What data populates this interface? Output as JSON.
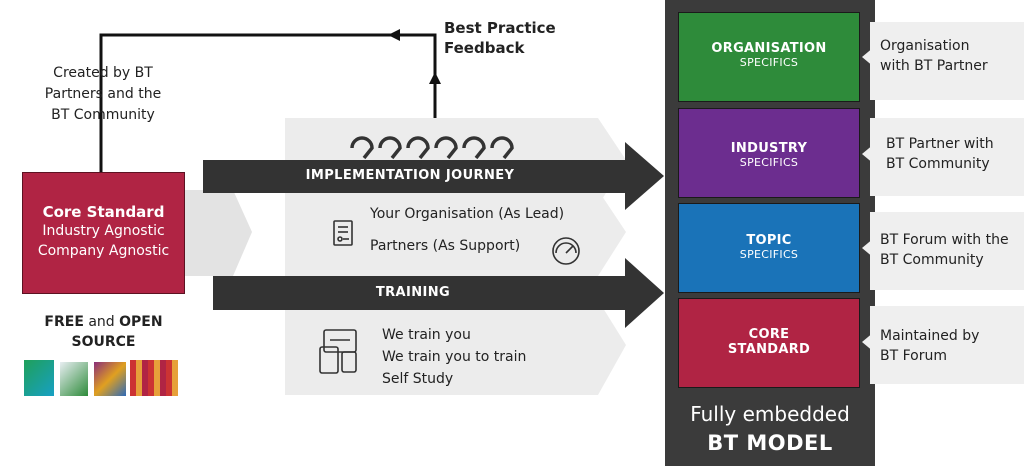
{
  "feedback": {
    "label_line1": "Best Practice",
    "label_line2": "Feedback"
  },
  "created_by": {
    "line1": "Created by BT",
    "line2": "Partners and the",
    "line3": "BT Community"
  },
  "core_standard": {
    "title": "Core Standard",
    "line1": "Industry Agnostic",
    "line2": "Company Agnostic"
  },
  "free_open": {
    "free": "FREE",
    "and": "and",
    "open": "OPEN",
    "source": "SOURCE"
  },
  "implementation": {
    "label": "IMPLEMENTATION JOURNEY",
    "items": [
      "Your Organisation (As Lead)",
      "Partners (As Support)"
    ]
  },
  "training": {
    "label": "TRAINING",
    "items": [
      "We train you",
      "We train you to train",
      "Self Study"
    ]
  },
  "model": {
    "layers": [
      {
        "title": "ORGANISATION",
        "subtitle": "SPECIFICS",
        "color": "#2e8b3a",
        "side_line1": "Organisation",
        "side_line2": "with BT Partner"
      },
      {
        "title": "INDUSTRY",
        "subtitle": "SPECIFICS",
        "color": "#6c2d8f",
        "side_line1": "BT Partner with",
        "side_line2": "BT Community"
      },
      {
        "title": "TOPIC",
        "subtitle": "SPECIFICS",
        "color": "#1a73b8",
        "side_line1": "BT Forum with the",
        "side_line2": "BT Community"
      },
      {
        "title": "CORE",
        "subtitle": "STANDARD",
        "color": "#b02444",
        "side_line1": "Maintained by",
        "side_line2": "BT Forum"
      }
    ],
    "footer_line1": "Fully embedded",
    "footer_line2": "BT MODEL"
  },
  "icons": [
    "loop-arrows-icon",
    "document-icon",
    "gauge-icon",
    "devices-icon",
    "thumbnail-images"
  ]
}
